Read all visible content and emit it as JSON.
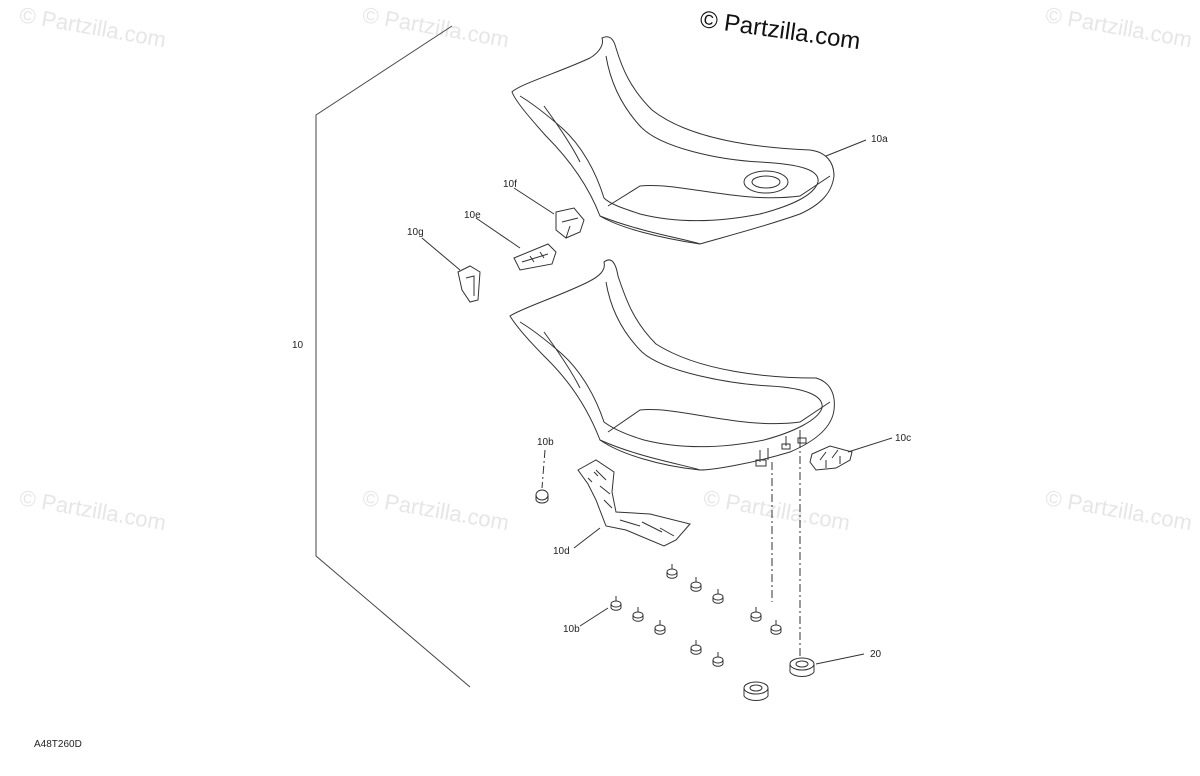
{
  "watermark": {
    "text": "© Partzilla.com",
    "brand_text": "© Partzilla.com",
    "color": "#e6e6e6"
  },
  "diagram": {
    "code": "A48T260D",
    "callouts": {
      "c10": "10",
      "c10a": "10a",
      "c10b_top": "10b",
      "c10b_bottom": "10b",
      "c10c": "10c",
      "c10d": "10d",
      "c10e": "10e",
      "c10f": "10f",
      "c10g": "10g",
      "c20": "20"
    }
  }
}
